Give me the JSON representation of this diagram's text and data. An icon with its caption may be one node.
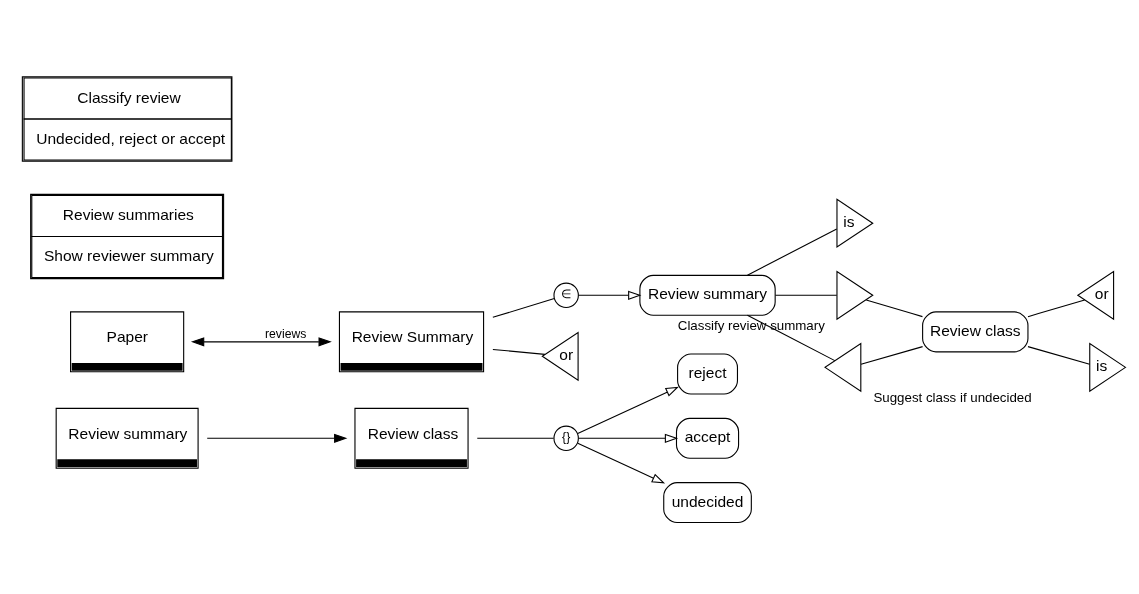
{
  "diagram": {
    "nodes": [
      {
        "text": [
          "Review summary"
        ]
      },
      {
        "text": [
          "Review class"
        ]
      },
      {
        "text": [
          "{}"
        ]
      },
      {
        "text": [
          "reject"
        ]
      },
      {
        "text": [
          "accept"
        ]
      },
      {
        "text": [
          "undecided"
        ]
      },
      {
        "text": [
          "Paper"
        ]
      },
      {
        "text": [
          "Review Summary"
        ]
      },
      {
        "text": [
          "∈"
        ]
      },
      {
        "text": [
          "Review summary"
        ]
      },
      {
        "text": [
          "Review summaries",
          "Show reviewer summary"
        ]
      },
      {
        "text": [
          "or"
        ]
      },
      {
        "text": [
          "is"
        ]
      },
      {
        "text": [],
        "shape": "triangle",
        "beside": [
          "Classify review summary"
        ]
      },
      {
        "text": [],
        "shape": "triangle",
        "beside": [
          "Suggest class if undecided"
        ]
      },
      {
        "text": [
          "Review class"
        ]
      },
      {
        "text": [
          "Classify review",
          "Undecided, reject or accept"
        ]
      },
      {
        "text": [
          "or"
        ]
      },
      {
        "text": [
          "is"
        ]
      }
    ],
    "edges": [
      {
        "from": 0,
        "to": 1,
        "arrow": "to"
      },
      {
        "from": 1,
        "to": 2,
        "arrow": "none"
      },
      {
        "from": 2,
        "to": 3,
        "arrow": "to"
      },
      {
        "from": 2,
        "to": 4,
        "arrow": "to"
      },
      {
        "from": 2,
        "to": 5,
        "arrow": "to"
      },
      {
        "from": 6,
        "to": 7,
        "arrow": "both",
        "label": "reviews"
      },
      {
        "from": 7,
        "to": 8,
        "arrow": "none"
      },
      {
        "from": 8,
        "to": 9,
        "arrow": "to"
      },
      {
        "from": 7,
        "to": 11,
        "arrow": "none"
      },
      {
        "from": 9,
        "to": 12,
        "arrow": "none"
      },
      {
        "from": 9,
        "to": 13,
        "arrow": "none"
      },
      {
        "from": 13,
        "to": 15,
        "arrow": "none"
      },
      {
        "from": 9,
        "to": 14,
        "arrow": "none"
      },
      {
        "from": 14,
        "to": 15,
        "arrow": "none"
      },
      {
        "from": 15,
        "to": 17,
        "arrow": "none"
      },
      {
        "from": 15,
        "to": 18,
        "arrow": "none"
      }
    ]
  }
}
